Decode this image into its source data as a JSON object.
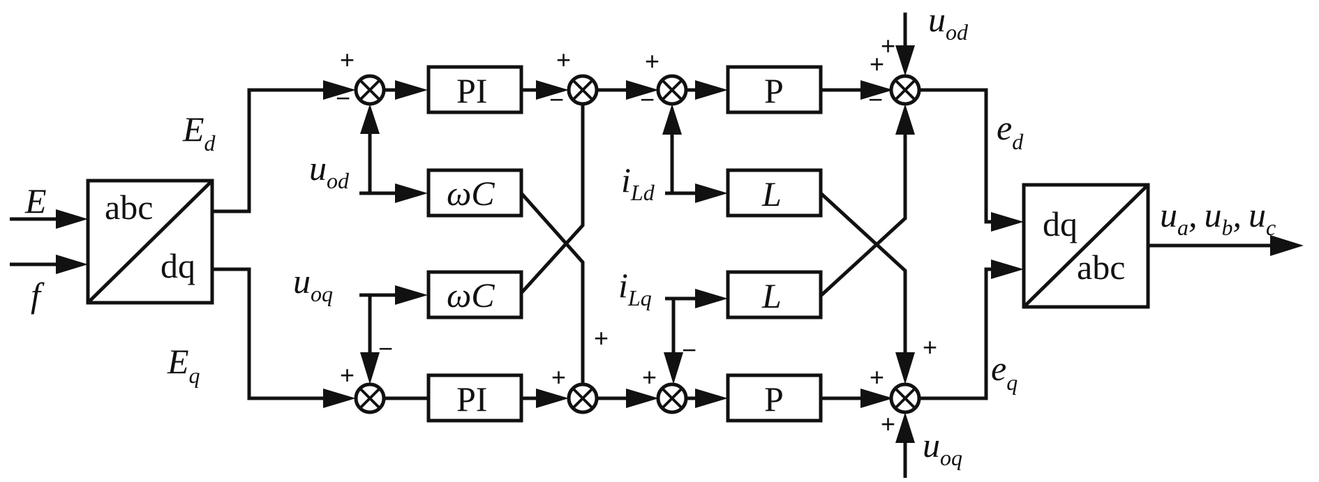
{
  "diagram": {
    "type": "control block diagram",
    "transforms": {
      "park": {
        "top": "abc",
        "bottom": "dq"
      },
      "inverse_park": {
        "top": "dq",
        "bottom": "abc"
      }
    },
    "blocks": {
      "pi_d": "PI",
      "pi_q": "PI",
      "wc_d": "ωC",
      "wc_q": "ωC",
      "p_d": "P",
      "p_q": "P",
      "l_d": "L",
      "l_q": "L"
    },
    "signals": {
      "E": {
        "main": "E",
        "sub": ""
      },
      "f": {
        "main": "f",
        "sub": ""
      },
      "Ed": {
        "main": "E",
        "sub": "d"
      },
      "Eq": {
        "main": "E",
        "sub": "q"
      },
      "uod_left": {
        "main": "u",
        "sub": "od"
      },
      "uoq_left": {
        "main": "u",
        "sub": "oq"
      },
      "iLd": {
        "main": "i",
        "sub": "Ld"
      },
      "iLq": {
        "main": "i",
        "sub": "Lq"
      },
      "uod_top": {
        "main": "u",
        "sub": "od"
      },
      "uoq_bottom": {
        "main": "u",
        "sub": "oq"
      },
      "ed": {
        "main": "e",
        "sub": "d"
      },
      "eq": {
        "main": "e",
        "sub": "q"
      },
      "out": {
        "a": "u",
        "a_sub": "a",
        "b": "u",
        "b_sub": "b",
        "c": "u",
        "c_sub": "c",
        "sep": ","
      }
    },
    "signs": {
      "plus": "+",
      "minus": "−"
    }
  }
}
